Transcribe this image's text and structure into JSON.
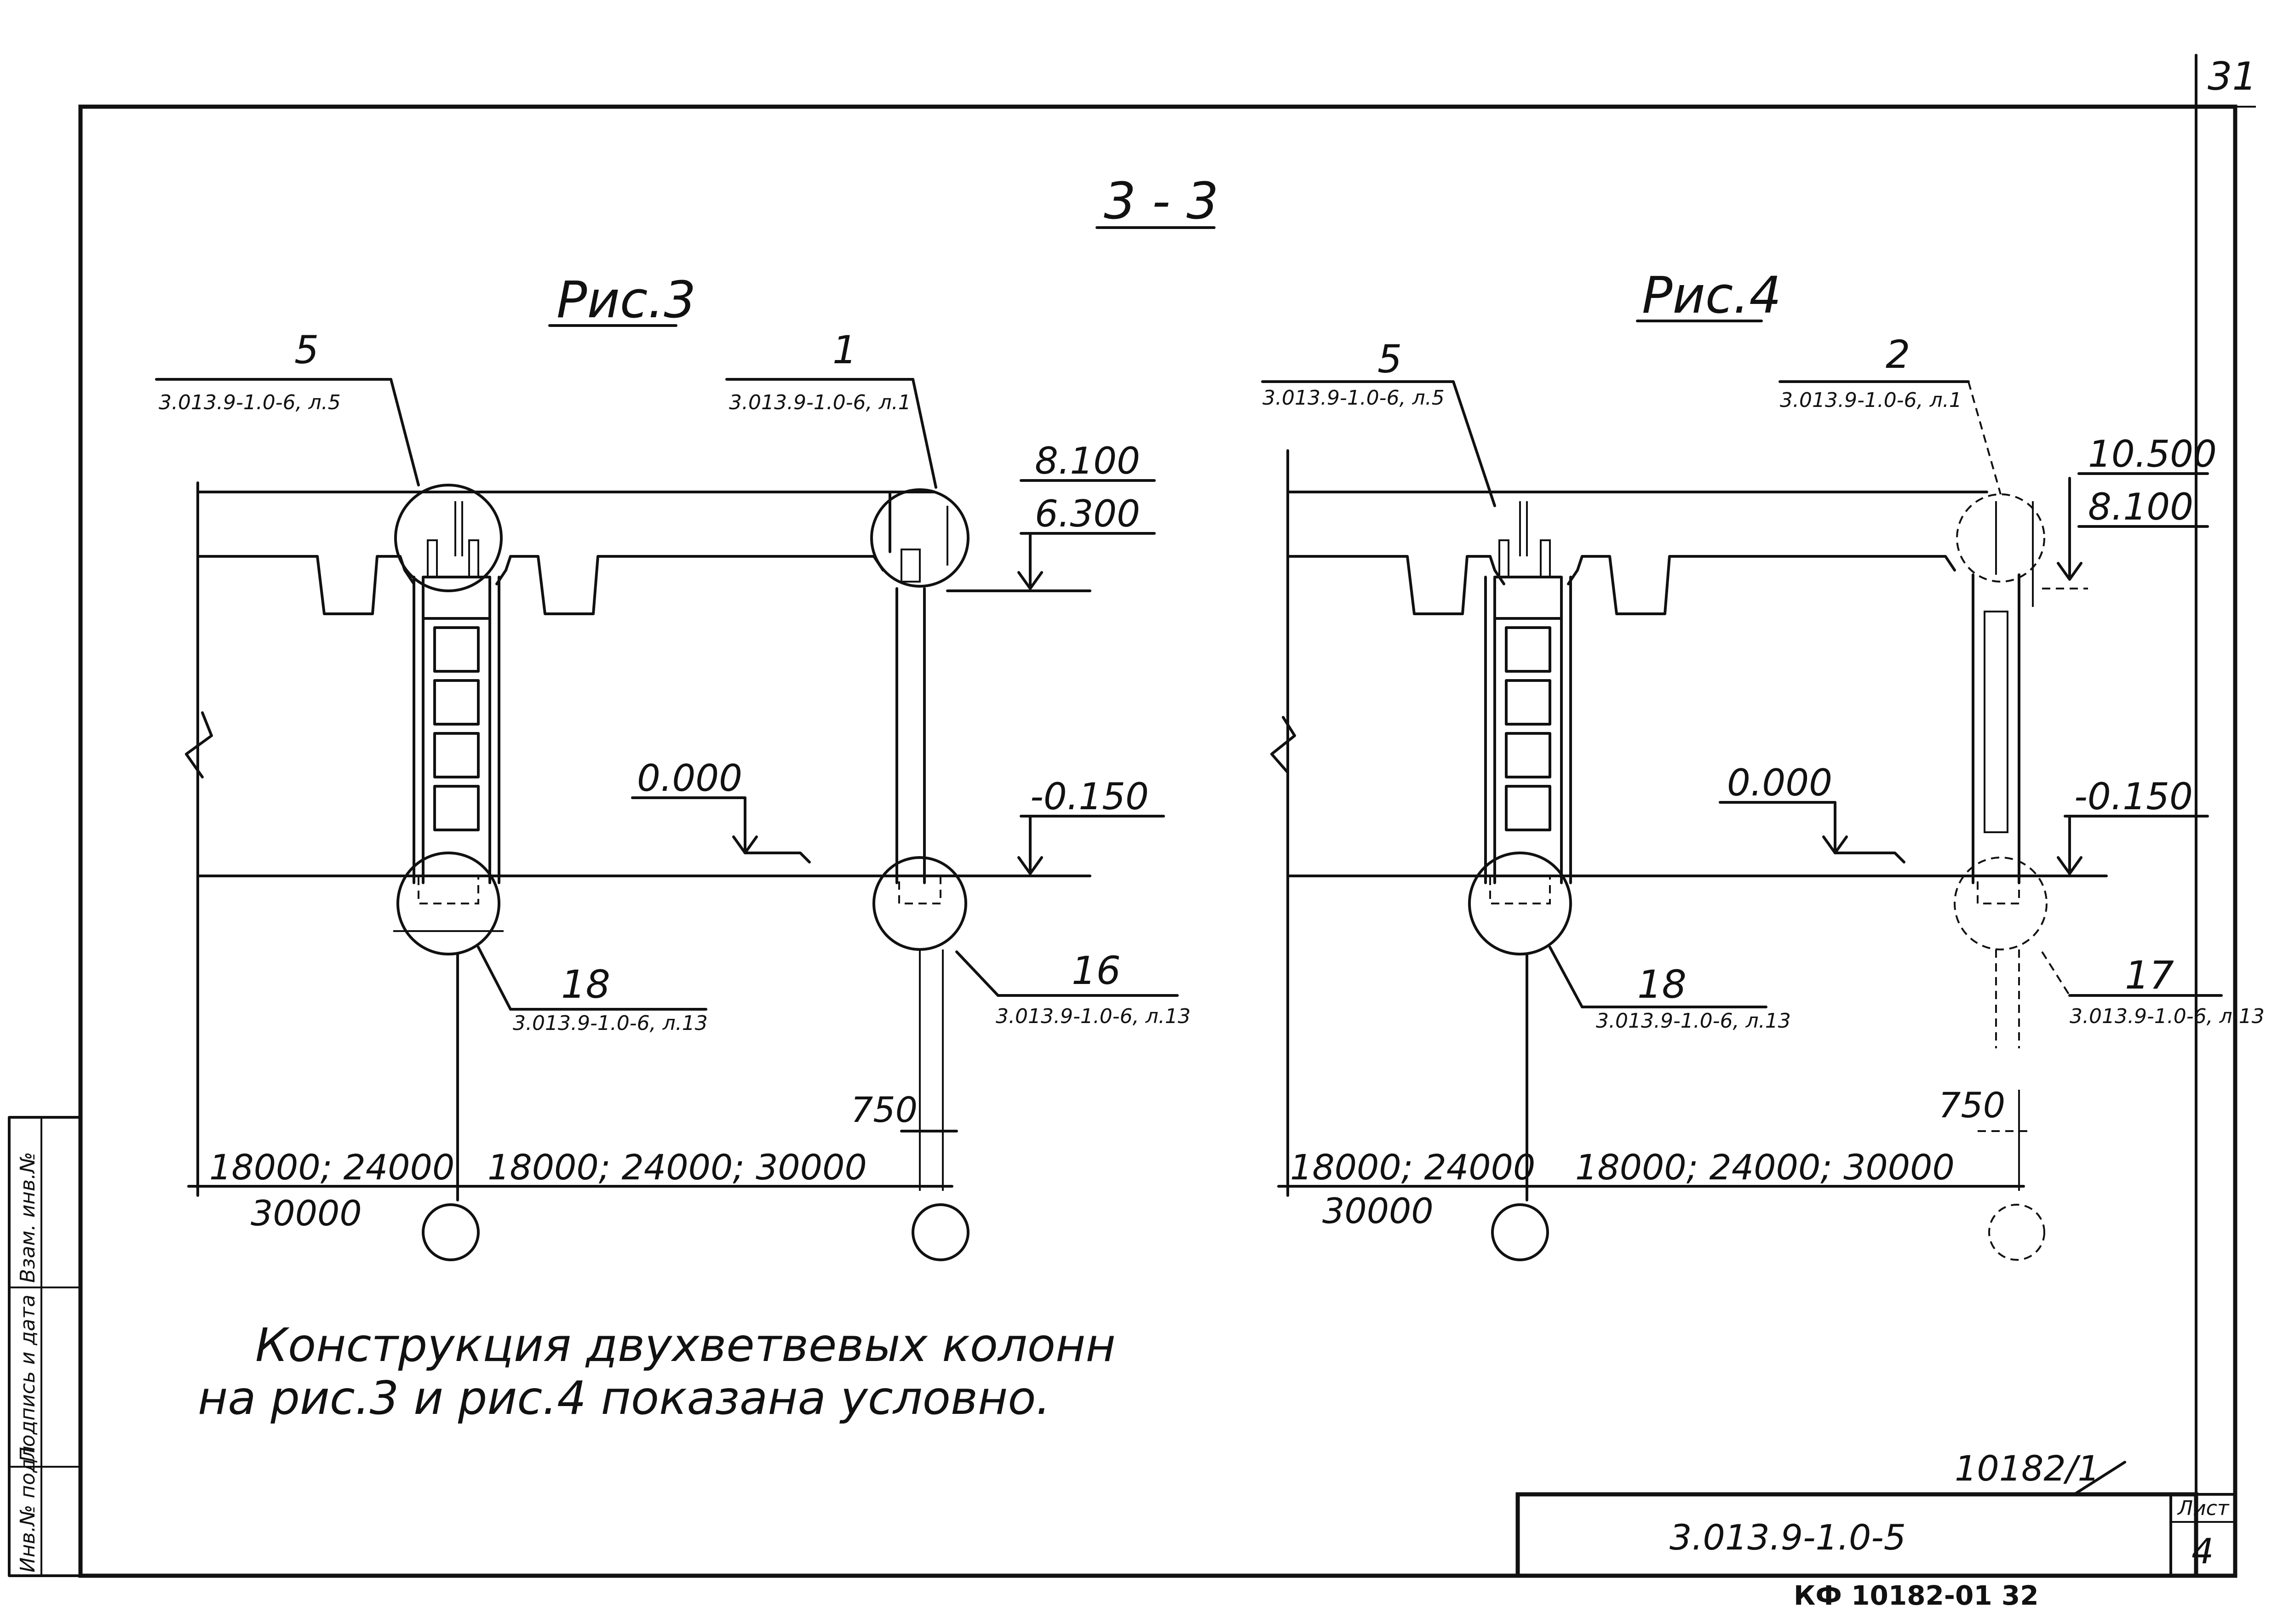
{
  "page_number": "31",
  "section_title": "3 - 3",
  "figures": [
    {
      "title": "Рис.3",
      "callouts": {
        "top_left": {
          "num": "5",
          "ref": "3.013.9-1.0-6, л.5"
        },
        "top_right": {
          "num": "1",
          "ref": "3.013.9-1.0-6, л.1"
        },
        "bottom_left": {
          "num": "18",
          "ref": "3.013.9-1.0-6, л.13"
        },
        "bottom_right": {
          "num": "16",
          "ref": "3.013.9-1.0-6, л.13"
        }
      },
      "elevations": {
        "top_upper": "8.100",
        "top_lower": "6.300",
        "floor": "0.000",
        "foundation": "-0.150"
      },
      "dims": {
        "offset": "750",
        "span_left_a": "18000; 24000",
        "span_left_b": "30000",
        "span_right": "18000; 24000; 30000"
      }
    },
    {
      "title": "Рис.4",
      "callouts": {
        "top_left": {
          "num": "5",
          "ref": "3.013.9-1.0-6, л.5"
        },
        "top_right": {
          "num": "2",
          "ref": "3.013.9-1.0-6, л.1"
        },
        "bottom_left": {
          "num": "18",
          "ref": "3.013.9-1.0-6, л.13"
        },
        "bottom_right": {
          "num": "17",
          "ref": "3.013.9-1.0-6, л.13"
        }
      },
      "elevations": {
        "top_upper": "10.500",
        "top_lower": "8.100",
        "floor": "0.000",
        "foundation": "-0.150"
      },
      "dims": {
        "offset": "750",
        "span_left_a": "18000; 24000",
        "span_left_b": "30000",
        "span_right": "18000; 24000; 30000"
      }
    }
  ],
  "note": {
    "line1": "Конструкция двухветвевых колонн",
    "line2": "на рис.3 и рис.4 показана условно."
  },
  "side_stamp": {
    "inv_podl": "Инв.№ подл",
    "podpis_data": "Подпись и дата",
    "vzam_inv": "Взам. инв.№"
  },
  "title_block": {
    "handwritten": "10182/1",
    "doc_code": "3.013.9-1.0-5",
    "sheet_label": "Лист",
    "sheet_number": "4"
  },
  "footer_code": "КФ  10182-01  32"
}
